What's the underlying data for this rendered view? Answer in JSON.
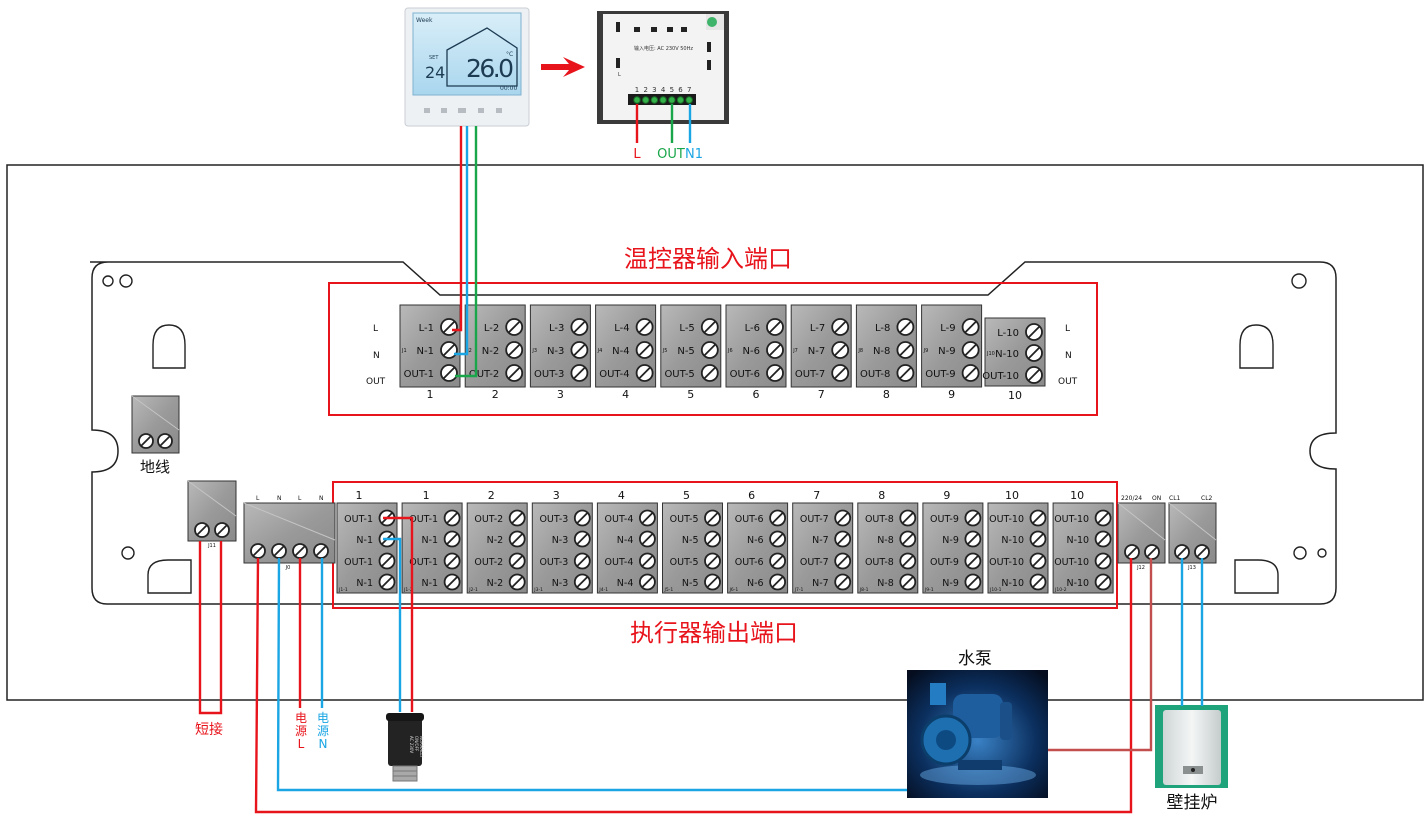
{
  "thermostat": {
    "mode_text": "Week",
    "set_label": "SET",
    "set_value": "24",
    "temp_value": "26.0",
    "temp_unit": "°C",
    "small_readout": "00:00"
  },
  "thermostat_back": {
    "spec_text": "输入电压: AC 230V 50Hz",
    "terminal_numbers": [
      "1",
      "2",
      "3",
      "4",
      "5",
      "6",
      "7"
    ],
    "side_label": "L",
    "wire_labels": {
      "l": "L",
      "out": "OUT",
      "n1": "N1"
    }
  },
  "input_section": {
    "title": "温控器输入端口",
    "left_labels": [
      "L",
      "N",
      "OUT"
    ],
    "right_labels": [
      "L",
      "N",
      "OUT"
    ],
    "blocks": [
      {
        "id": "1",
        "l": "L-1",
        "n": "N-1",
        "out": "OUT-1",
        "tag": "J1"
      },
      {
        "id": "2",
        "l": "L-2",
        "n": "N-2",
        "out": "OUT-2",
        "tag": "J2"
      },
      {
        "id": "3",
        "l": "L-3",
        "n": "N-3",
        "out": "OUT-3",
        "tag": "J3"
      },
      {
        "id": "4",
        "l": "L-4",
        "n": "N-4",
        "out": "OUT-4",
        "tag": "J4"
      },
      {
        "id": "5",
        "l": "L-5",
        "n": "N-5",
        "out": "OUT-5",
        "tag": "J5"
      },
      {
        "id": "6",
        "l": "L-6",
        "n": "N-6",
        "out": "OUT-6",
        "tag": "J6"
      },
      {
        "id": "7",
        "l": "L-7",
        "n": "N-7",
        "out": "OUT-7",
        "tag": "J7"
      },
      {
        "id": "8",
        "l": "L-8",
        "n": "N-8",
        "out": "OUT-8",
        "tag": "J8"
      },
      {
        "id": "9",
        "l": "L-9",
        "n": "N-9",
        "out": "OUT-9",
        "tag": "J9"
      },
      {
        "id": "10",
        "l": "L-10",
        "n": "N-10",
        "out": "OUT-10",
        "tag": "J10"
      }
    ]
  },
  "output_section": {
    "title": "执行器输出端口",
    "blocks": [
      {
        "id": "1",
        "r1": "OUT-1",
        "r2": "N-1",
        "r3": "OUT-1",
        "r4": "N-1",
        "tag": "J1-1"
      },
      {
        "id": "1",
        "r1": "OUT-1",
        "r2": "N-1",
        "r3": "OUT-1",
        "r4": "N-1",
        "tag": "J1-2"
      },
      {
        "id": "2",
        "r1": "OUT-2",
        "r2": "N-2",
        "r3": "OUT-2",
        "r4": "N-2",
        "tag": "J2-1"
      },
      {
        "id": "3",
        "r1": "OUT-3",
        "r2": "N-3",
        "r3": "OUT-3",
        "r4": "N-3",
        "tag": "J3-1"
      },
      {
        "id": "4",
        "r1": "OUT-4",
        "r2": "N-4",
        "r3": "OUT-4",
        "r4": "N-4",
        "tag": "J4-1"
      },
      {
        "id": "5",
        "r1": "OUT-5",
        "r2": "N-5",
        "r3": "OUT-5",
        "r4": "N-5",
        "tag": "J5-1"
      },
      {
        "id": "6",
        "r1": "OUT-6",
        "r2": "N-6",
        "r3": "OUT-6",
        "r4": "N-6",
        "tag": "J6-1"
      },
      {
        "id": "7",
        "r1": "OUT-7",
        "r2": "N-7",
        "r3": "OUT-7",
        "r4": "N-7",
        "tag": "J7-1"
      },
      {
        "id": "8",
        "r1": "OUT-8",
        "r2": "N-8",
        "r3": "OUT-8",
        "r4": "N-8",
        "tag": "J8-1"
      },
      {
        "id": "9",
        "r1": "OUT-9",
        "r2": "N-9",
        "r3": "OUT-9",
        "r4": "N-9",
        "tag": "J9-1"
      },
      {
        "id": "10",
        "r1": "OUT-10",
        "r2": "N-10",
        "r3": "OUT-10",
        "r4": "N-10",
        "tag": "J10-1"
      },
      {
        "id": "10",
        "r1": "OUT-10",
        "r2": "N-10",
        "r3": "OUT-10",
        "r4": "N-10",
        "tag": "J10-2"
      }
    ]
  },
  "ground": {
    "label": "地线"
  },
  "j11": {
    "tag": "J11",
    "label": "短接"
  },
  "j0": {
    "tag": "J0",
    "labels": [
      "L",
      "N",
      "L",
      "N"
    ]
  },
  "power_labels": {
    "l": "电源L",
    "n": "电源N"
  },
  "j12": {
    "tag": "J12",
    "labels": [
      "220/24",
      "ON"
    ]
  },
  "j13": {
    "tag": "J13",
    "labels": [
      "CL1",
      "CL2"
    ]
  },
  "pump": {
    "label": "水泵"
  },
  "boiler": {
    "label": "壁挂炉"
  },
  "actuator": {
    "text_lines": [
      "AC 230V",
      "ON/OFF",
      "NORMALLY"
    ]
  },
  "colors": {
    "red": "#e8141c",
    "blue": "#1aa6e4",
    "green": "#19a64a",
    "brown": "#c24e4e",
    "terminal_gray": "#9a9a9a",
    "frame": "#222222"
  }
}
